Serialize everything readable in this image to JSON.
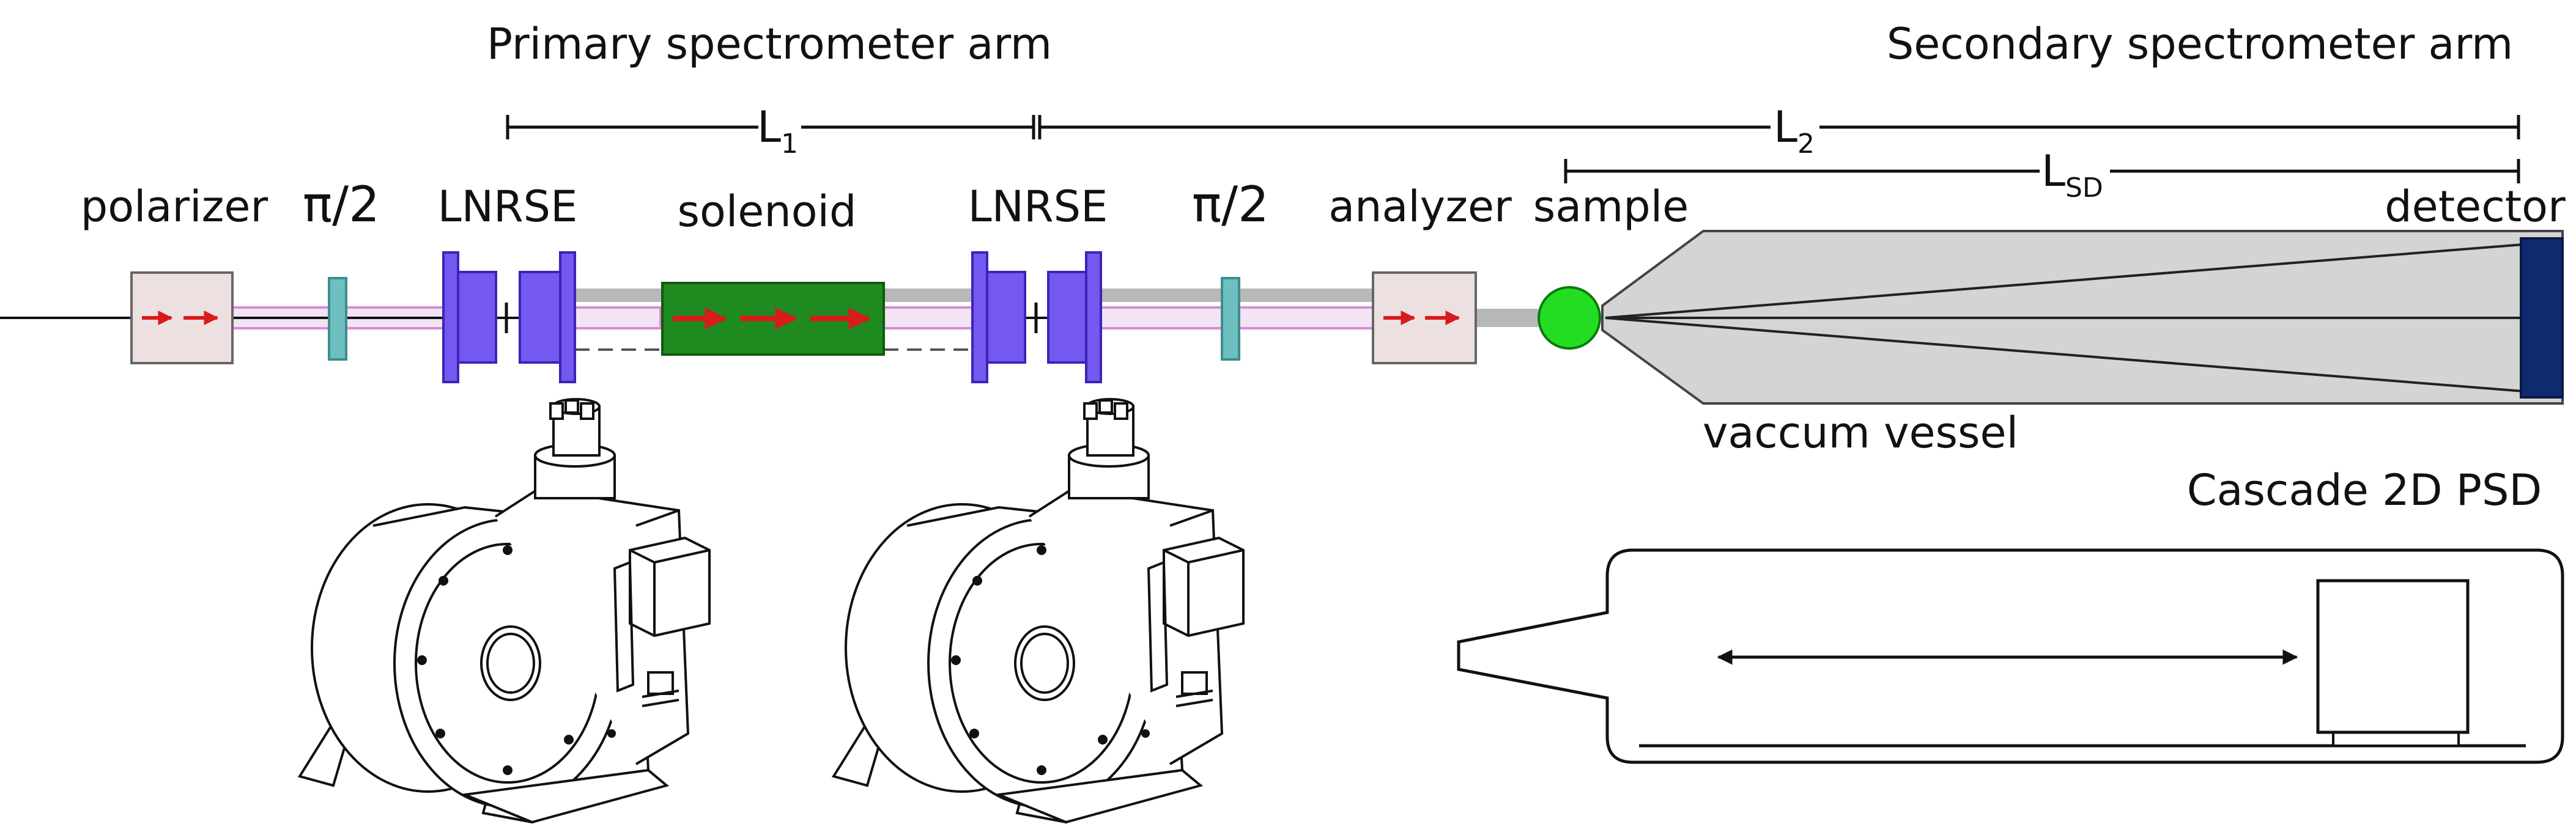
{
  "titles": {
    "primary_arm": "Primary spectrometer arm",
    "secondary_arm": "Secondary spectrometer arm"
  },
  "distances": {
    "l1_main": "L",
    "l1_sub": "1",
    "l2_main": "L",
    "l2_sub": "2",
    "lsd_main": "L",
    "lsd_sub": "SD"
  },
  "components": {
    "polarizer": "polarizer",
    "pi_half_1": "π/2",
    "lnrse_1": "LNRSE",
    "solenoid": "solenoid",
    "lnrse_2": "LNRSE",
    "pi_half_2": "π/2",
    "analyzer": "analyzer",
    "sample": "sample",
    "detector": "detector",
    "vessel": "vaccum vessel",
    "psd": "Cascade 2D PSD"
  },
  "colors": {
    "beam_pink": "#d98bd8",
    "beam_gray": "#b8b8b8",
    "flipper_teal": "#6dbfc0",
    "lnrse_blue": "#7558f0",
    "solenoid_green": "#1f8a1f",
    "arrow_red": "#d81b1b",
    "sample_green": "#22dd22",
    "vessel_gray": "#d4d4d4",
    "detector_navy": "#0f2a6e",
    "box_fill": "#ede0e0"
  }
}
